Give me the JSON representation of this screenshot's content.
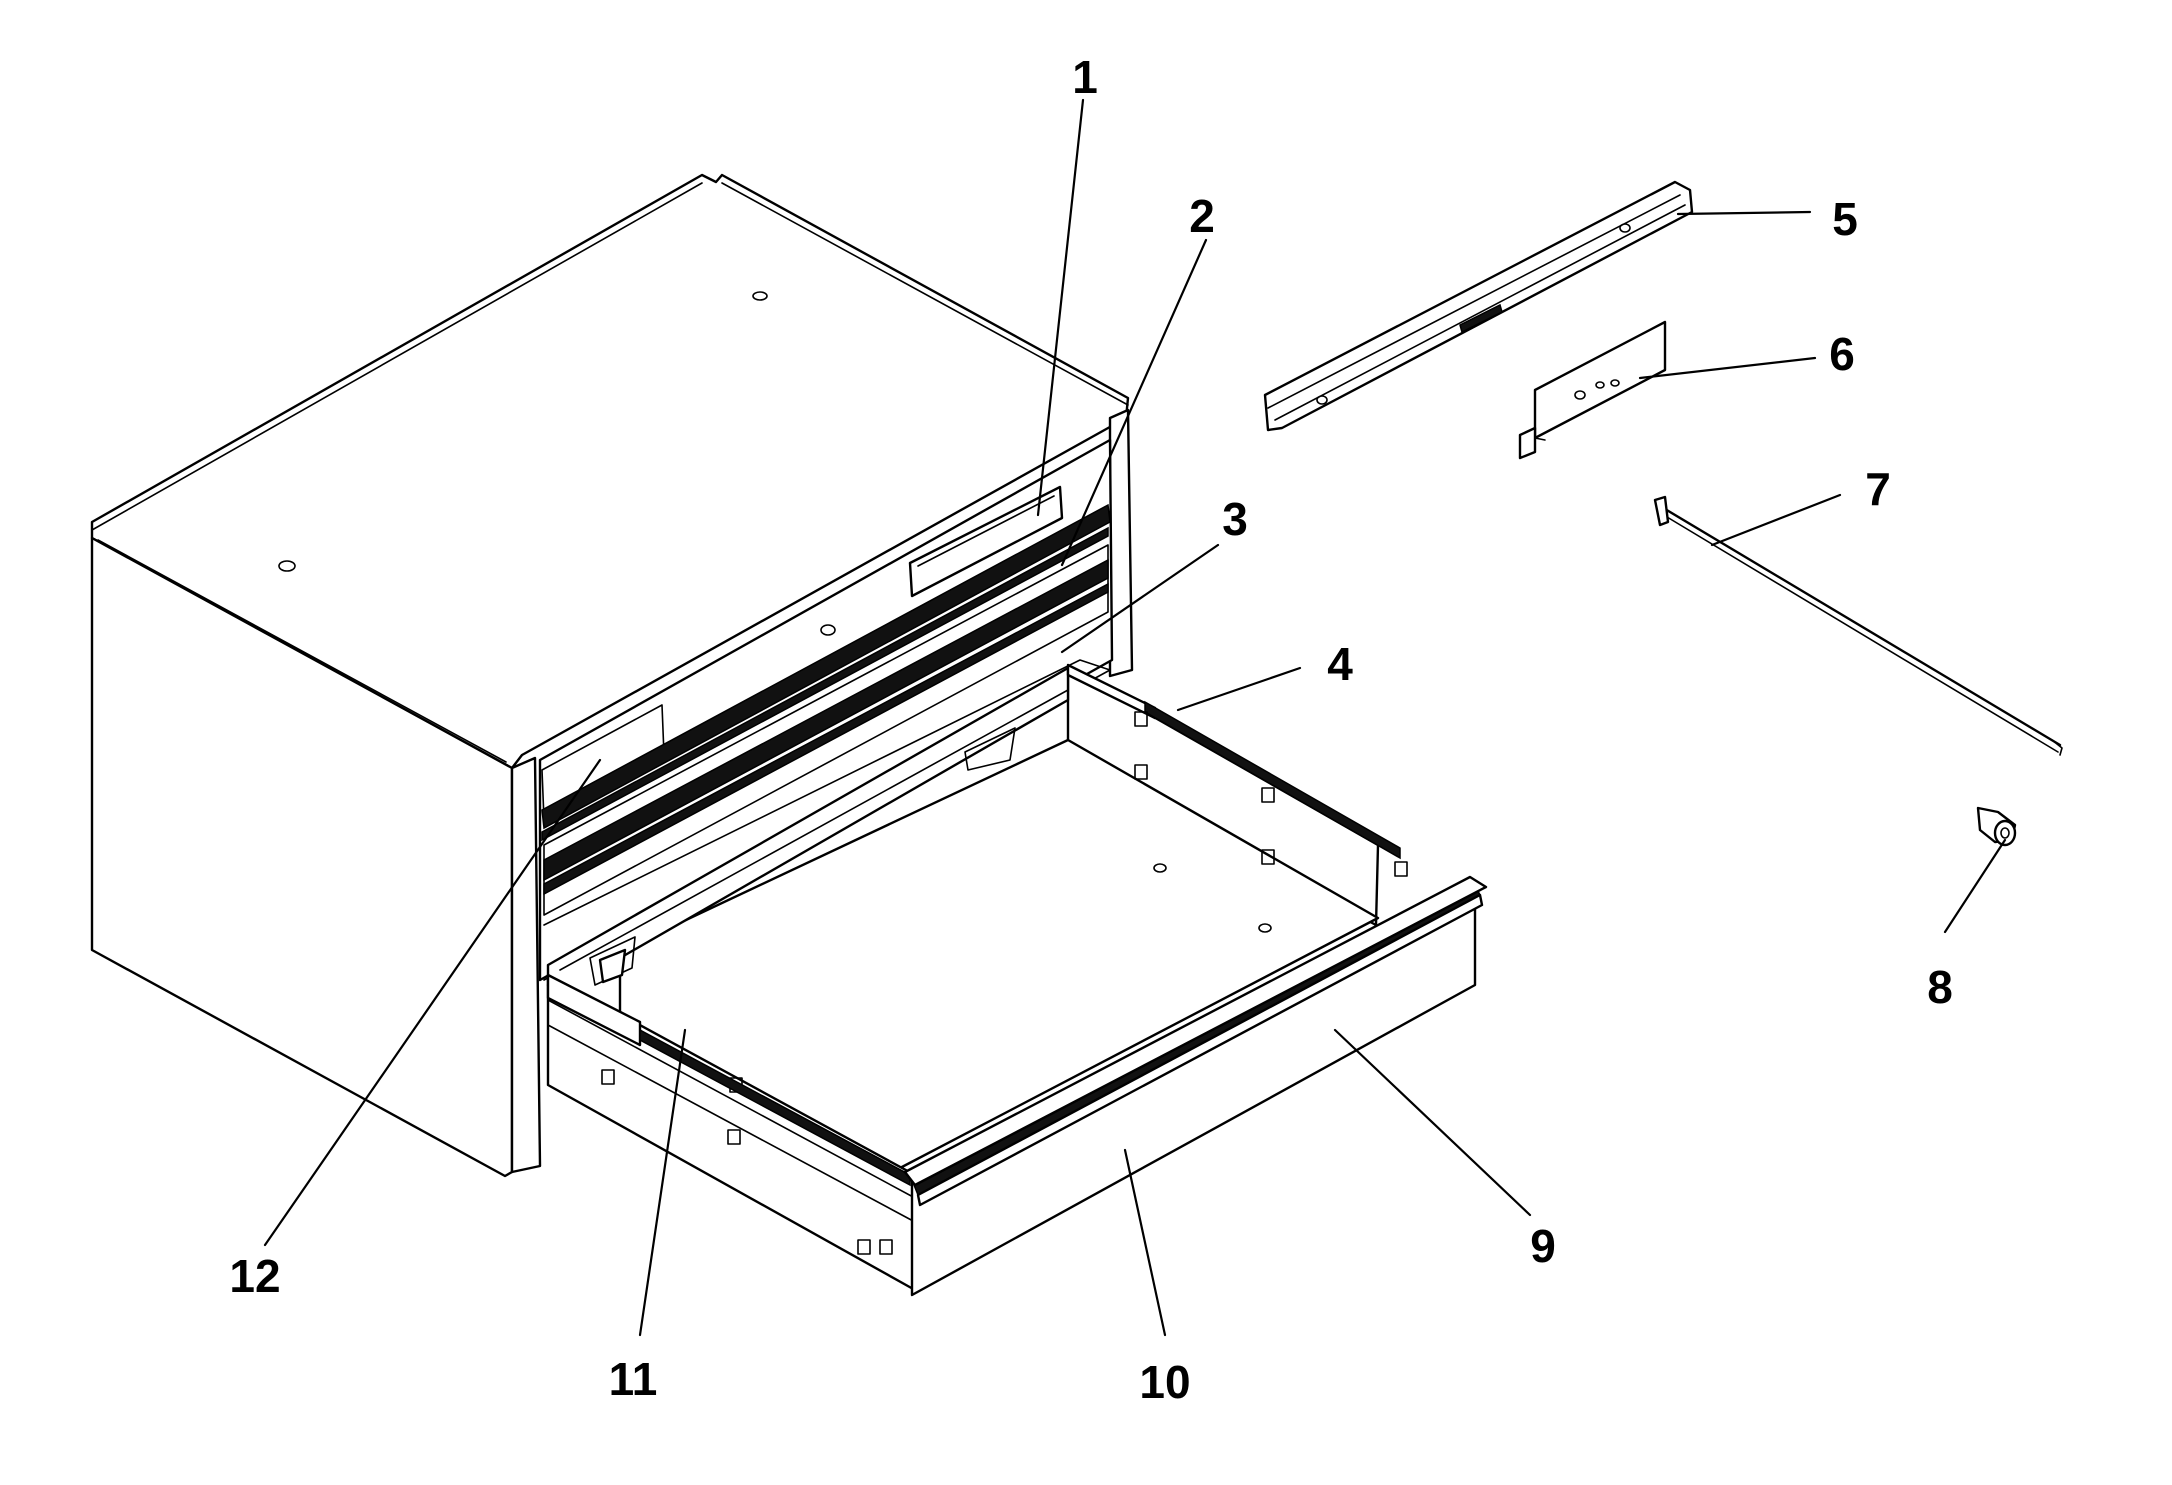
{
  "callouts": [
    {
      "id": "1",
      "label": "1"
    },
    {
      "id": "2",
      "label": "2"
    },
    {
      "id": "3",
      "label": "3"
    },
    {
      "id": "4",
      "label": "4"
    },
    {
      "id": "5",
      "label": "5"
    },
    {
      "id": "6",
      "label": "6"
    },
    {
      "id": "7",
      "label": "7"
    },
    {
      "id": "8",
      "label": "8"
    },
    {
      "id": "9",
      "label": "9"
    },
    {
      "id": "10",
      "label": "10"
    },
    {
      "id": "11",
      "label": "11"
    },
    {
      "id": "12",
      "label": "12"
    }
  ],
  "colors": {
    "line": "#000000",
    "background": "#ffffff",
    "trim": "#111111"
  }
}
